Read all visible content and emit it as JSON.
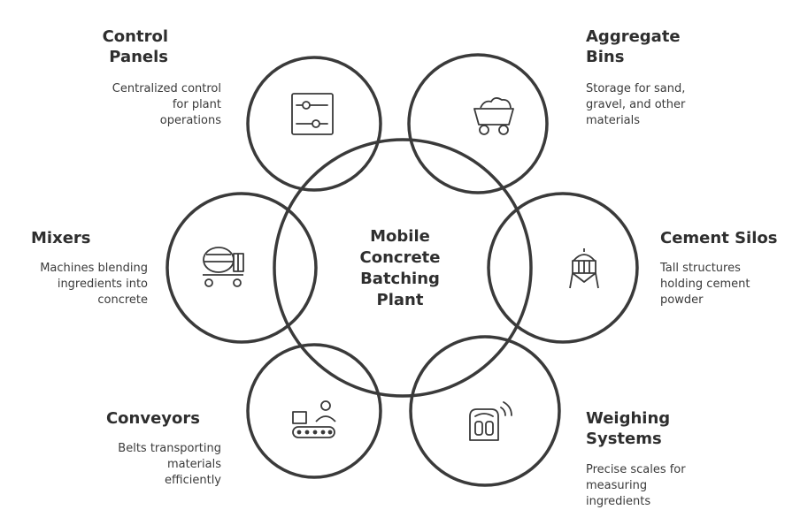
{
  "center": {
    "lines": [
      "Mobile",
      "Concrete",
      "Batching",
      "Plant"
    ]
  },
  "components": {
    "control_panels": {
      "title": [
        "Control",
        "Panels"
      ],
      "desc": [
        "Centralized control",
        "for plant",
        "operations"
      ],
      "icon": "control-panel-icon"
    },
    "aggregate_bins": {
      "title": [
        "Aggregate",
        "Bins"
      ],
      "desc": [
        "Storage for sand,",
        "gravel, and other",
        "materials"
      ],
      "icon": "mine-cart-icon"
    },
    "mixers": {
      "title": [
        "Mixers"
      ],
      "desc": [
        "Machines blending",
        "ingredients into",
        "concrete"
      ],
      "icon": "concrete-mixer-icon"
    },
    "cement_silos": {
      "title": [
        "Cement Silos"
      ],
      "desc": [
        "Tall structures",
        "holding cement",
        "powder"
      ],
      "icon": "silo-tower-icon"
    },
    "conveyors": {
      "title": [
        "Conveyors"
      ],
      "desc": [
        "Belts transporting",
        "materials",
        "efficiently"
      ],
      "icon": "conveyor-belt-icon"
    },
    "weighing_systems": {
      "title": [
        "Weighing",
        "Systems"
      ],
      "desc": [
        "Precise scales for",
        "measuring",
        "ingredients"
      ],
      "icon": "weighing-scale-icon"
    }
  },
  "colors": {
    "stroke": "#3a3a3a",
    "background": "#ffffff"
  }
}
